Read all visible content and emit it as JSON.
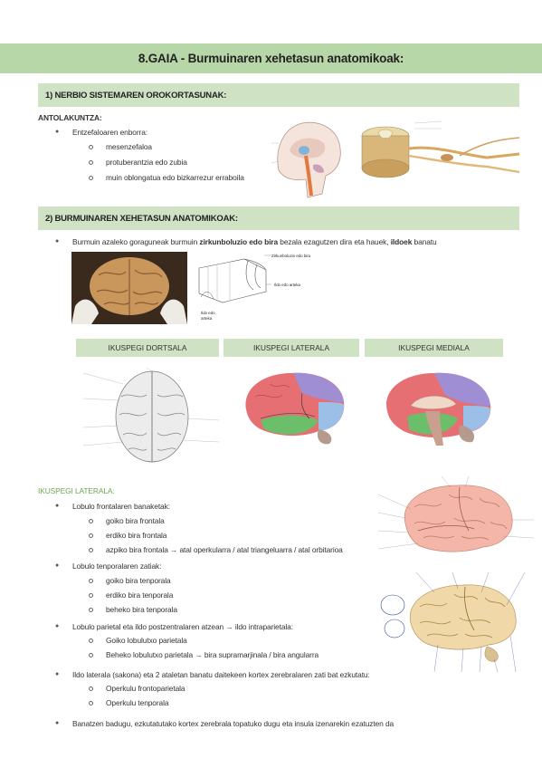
{
  "title": "8.GAIA - Burmuinaren xehetasun anatomikoak:",
  "section1": {
    "heading": "1) NERBIO SISTEMAREN OROKORTASUNAK:",
    "subheading": "ANTOLAKUNTZA:",
    "bullet": "Entzefaloaren enborra:",
    "items": [
      "mesenzefaloa",
      "protuberantzia edo zubia",
      "muin oblongatua edo bizkarrezur erraboila"
    ]
  },
  "section2": {
    "heading": "2) BURMUINAREN XEHETASUN ANATOMIKOAK:",
    "intro_pre": "Burmuin azaleko goraguneak burmuin ",
    "intro_bold1": "zirkunboluzio edo bira",
    "intro_mid": " bezala ezagutzen dira eta hauek, ",
    "intro_bold2": "ildoek",
    "intro_post": " banatu",
    "diagram_labels": [
      "Zirkunboluzio edo bira",
      "Ildo edo arteka",
      "Ildo edo arteka"
    ],
    "views": [
      "IKUSPEGI DORTSALA",
      "IKUSPEGI LATERALA",
      "IKUSPEGI MEDIALA"
    ]
  },
  "lateral": {
    "heading": "IKUSPEGI LATERALA:",
    "groups": [
      {
        "bullet": "Lobulo frontalaren banaketak:",
        "items": [
          "goiko bira frontala",
          "erdiko bira frontala",
          "azpiko bira frontala → atal operkularra / atal triangeluarra / atal orbitarioa"
        ]
      },
      {
        "bullet": "Lobulo tenporalaren zatiak:",
        "items": [
          "goiko bira tenporala",
          "erdiko bira tenporala",
          "beheko bira tenporala"
        ]
      },
      {
        "bullet": "Lobulo parietal eta ildo postzentralaren atzean → ildo intraparietala:",
        "items": [
          "Goiko lobulutxo parietala",
          "Beheko lobulutxo parietala → bira supramarjinala / bira angularra"
        ]
      },
      {
        "bullet": "Ildo laterala (sakona) eta 2 ataletan banatu daitekeen kortex zerebralaren zati bat ezkutatu:",
        "items": [
          "Operkulu frontoparietala",
          "Operkulu tenporala"
        ]
      }
    ],
    "last": "Banatzen badugu, ezkutatutako kortex zerebrala topatuko dugu eta insula izenarekin ezatuzten da"
  },
  "colors": {
    "title_bg": "#b7d7a8",
    "section_bg": "#cfe2c4",
    "accent_text": "#6aa84f"
  },
  "icons": [
    "brain-photo",
    "brain-sagittal-diagram",
    "spinal-cord-diagram",
    "gyrus-diagram"
  ]
}
